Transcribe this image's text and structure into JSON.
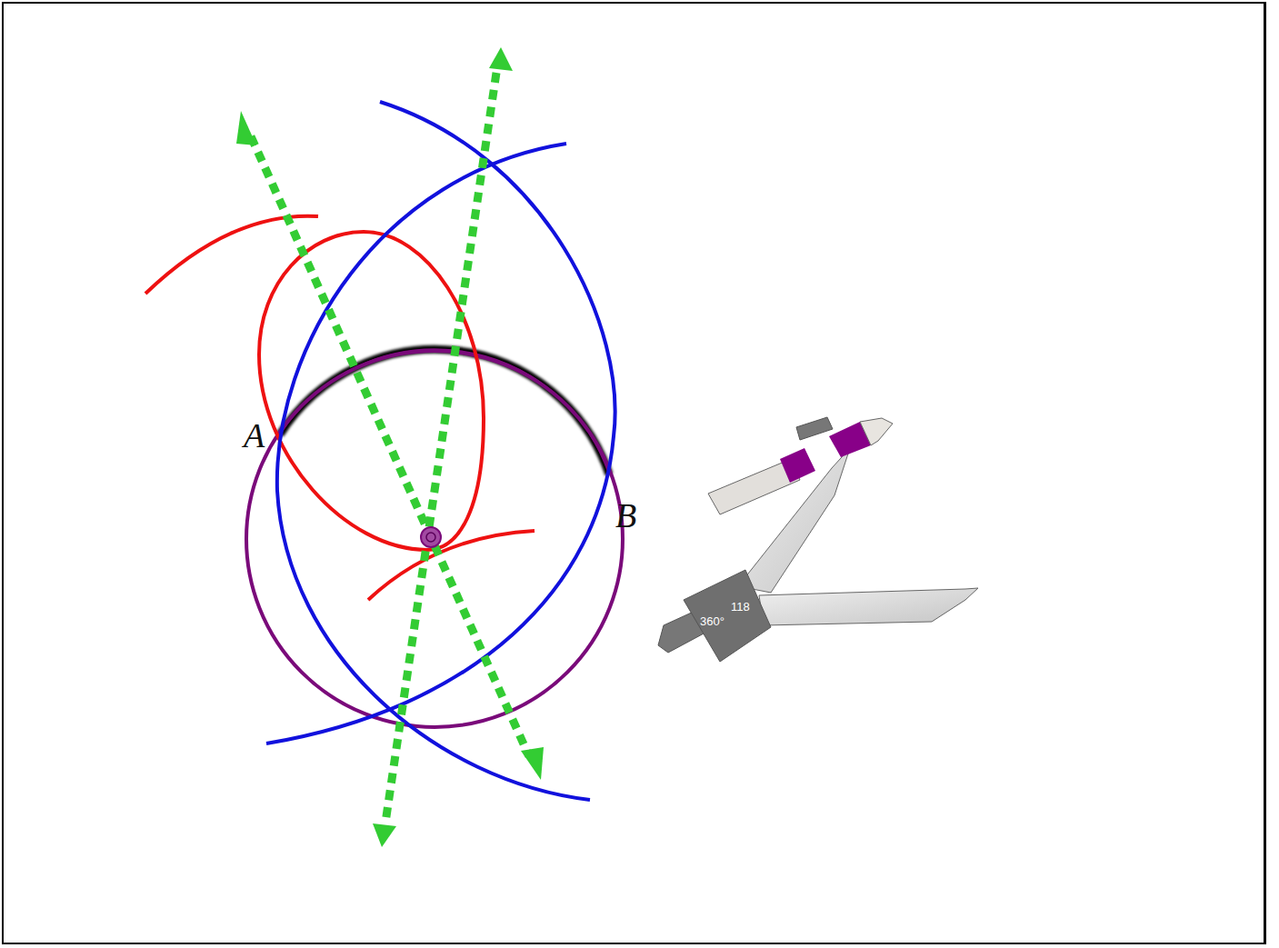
{
  "diagram": {
    "labels": [
      "A",
      "B",
      "360°",
      "118"
    ]
  }
}
